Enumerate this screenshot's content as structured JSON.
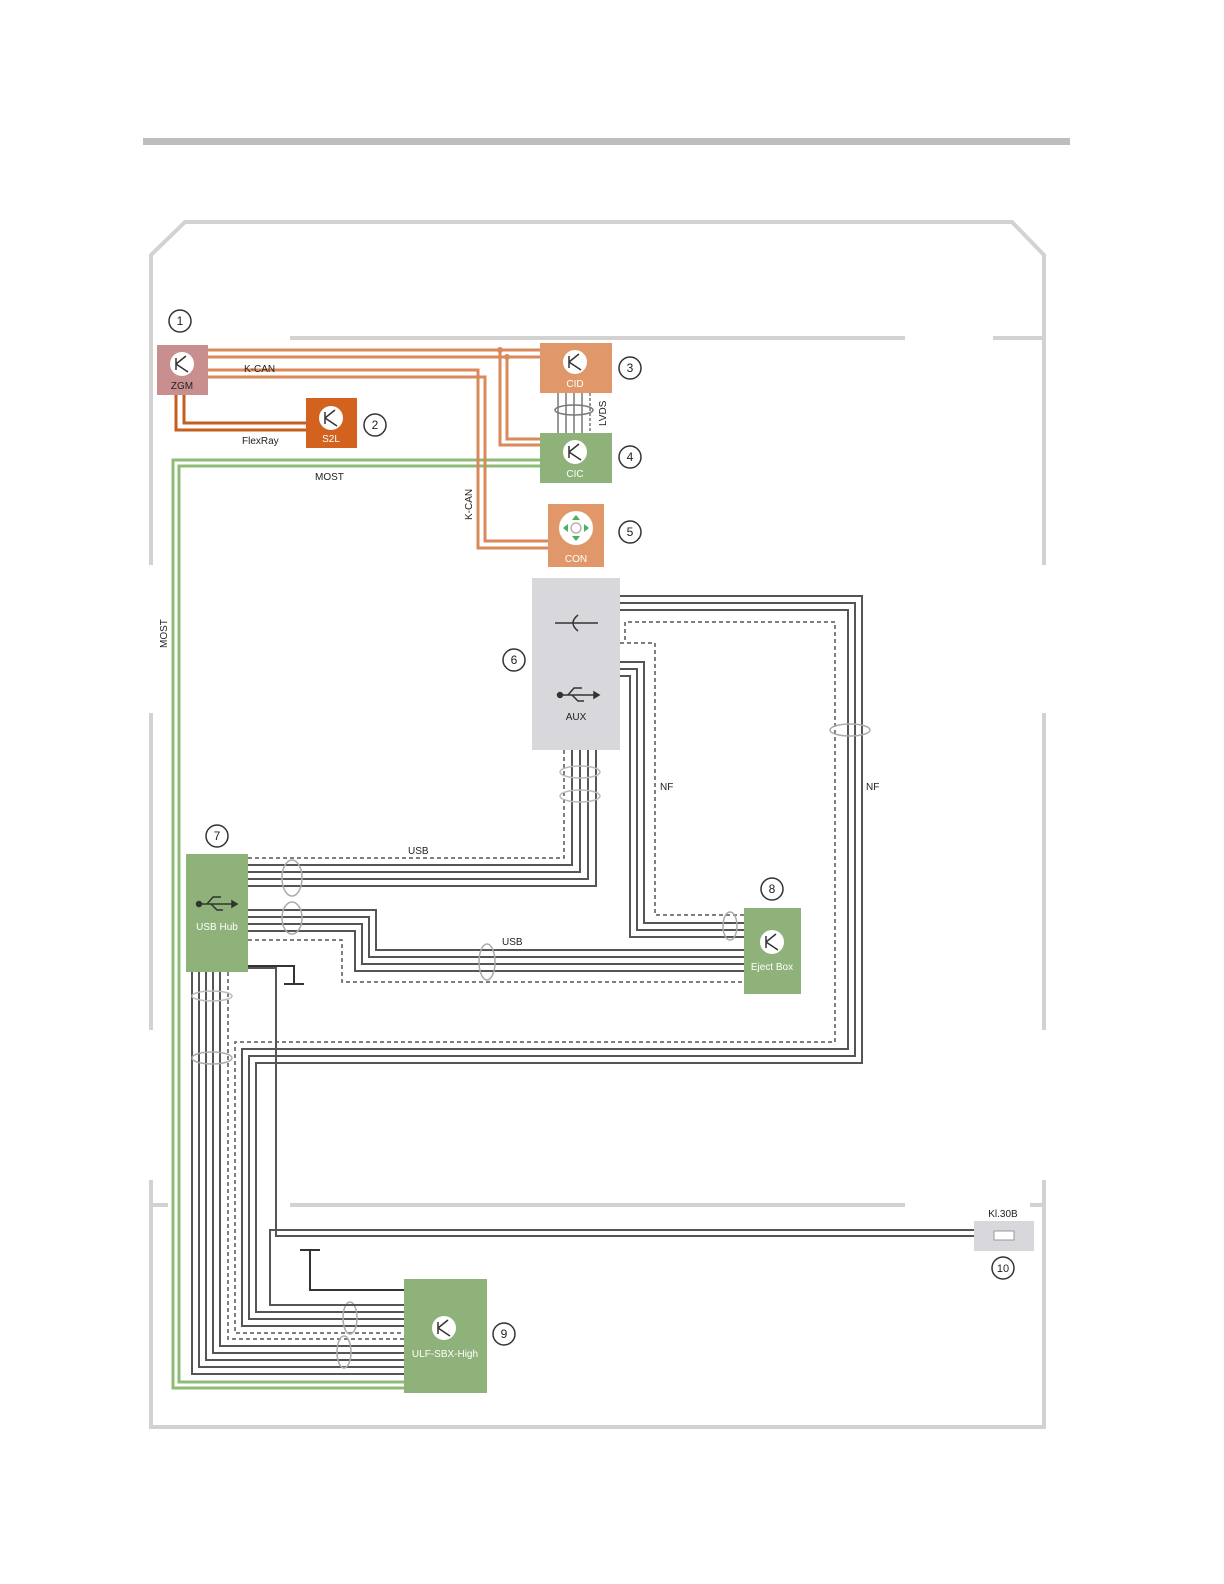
{
  "components": [
    {
      "number": "1",
      "label": "ZGM"
    },
    {
      "number": "2",
      "label": "S2L"
    },
    {
      "number": "3",
      "label": "CID"
    },
    {
      "number": "4",
      "label": "CIC"
    },
    {
      "number": "5",
      "label": "CON"
    },
    {
      "number": "6",
      "label": "AUX"
    },
    {
      "number": "7",
      "label": "USB Hub"
    },
    {
      "number": "8",
      "label": "Eject Box"
    },
    {
      "number": "9",
      "label": "ULF-SBX-High"
    },
    {
      "number": "10",
      "label": "Kl.30B"
    }
  ],
  "bus_labels": {
    "kcan_top": "K-CAN",
    "kcan_vertical": "K-CAN",
    "flexray": "FlexRay",
    "most_horizontal": "MOST",
    "most_vertical": "MOST",
    "lvds": "LVDS",
    "usb_top": "USB",
    "usb_bottom": "USB",
    "nf_inner": "NF",
    "nf_outer": "NF"
  },
  "colors": {
    "zgm": "#c98f8f",
    "s2l": "#d4621f",
    "cid_cic_con": "#e0986a",
    "green_module": "#8fb27a",
    "aux": "#d8d8dc",
    "kcan_wire": "#d9895a",
    "flexray_wire": "#c65f1e",
    "most_wire": "#8ebc74",
    "signal_wire": "#555555",
    "frame": "#cfcfcf"
  }
}
